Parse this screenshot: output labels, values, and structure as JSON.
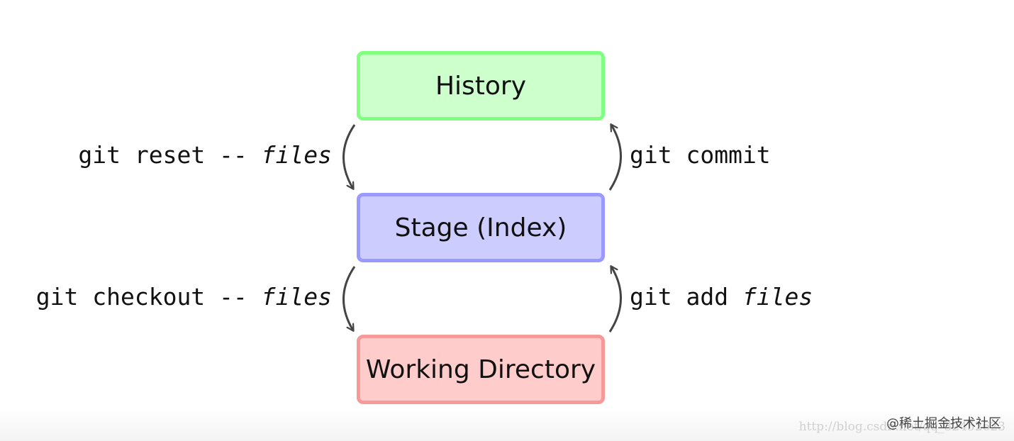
{
  "boxes": {
    "history": "History",
    "stage": "Stage (Index)",
    "working": "Working Directory"
  },
  "commands": {
    "reset": {
      "prefix": "git reset -- ",
      "arg": "files"
    },
    "commit": {
      "prefix": "git commit",
      "arg": ""
    },
    "checkout": {
      "prefix": "git checkout -- ",
      "arg": "files"
    },
    "add": {
      "prefix": "git add ",
      "arg": "files"
    }
  },
  "colors": {
    "history_fill": "#ccffcc",
    "history_border": "#80ff80",
    "stage_fill": "#ccccff",
    "stage_border": "#9999ff",
    "working_fill": "#ffcccc",
    "working_border": "#f59999",
    "arrow": "#444444"
  },
  "watermark": {
    "url": "http://blog.csdn.net/qq_32452623",
    "site": "@稀土掘金技术社区"
  }
}
